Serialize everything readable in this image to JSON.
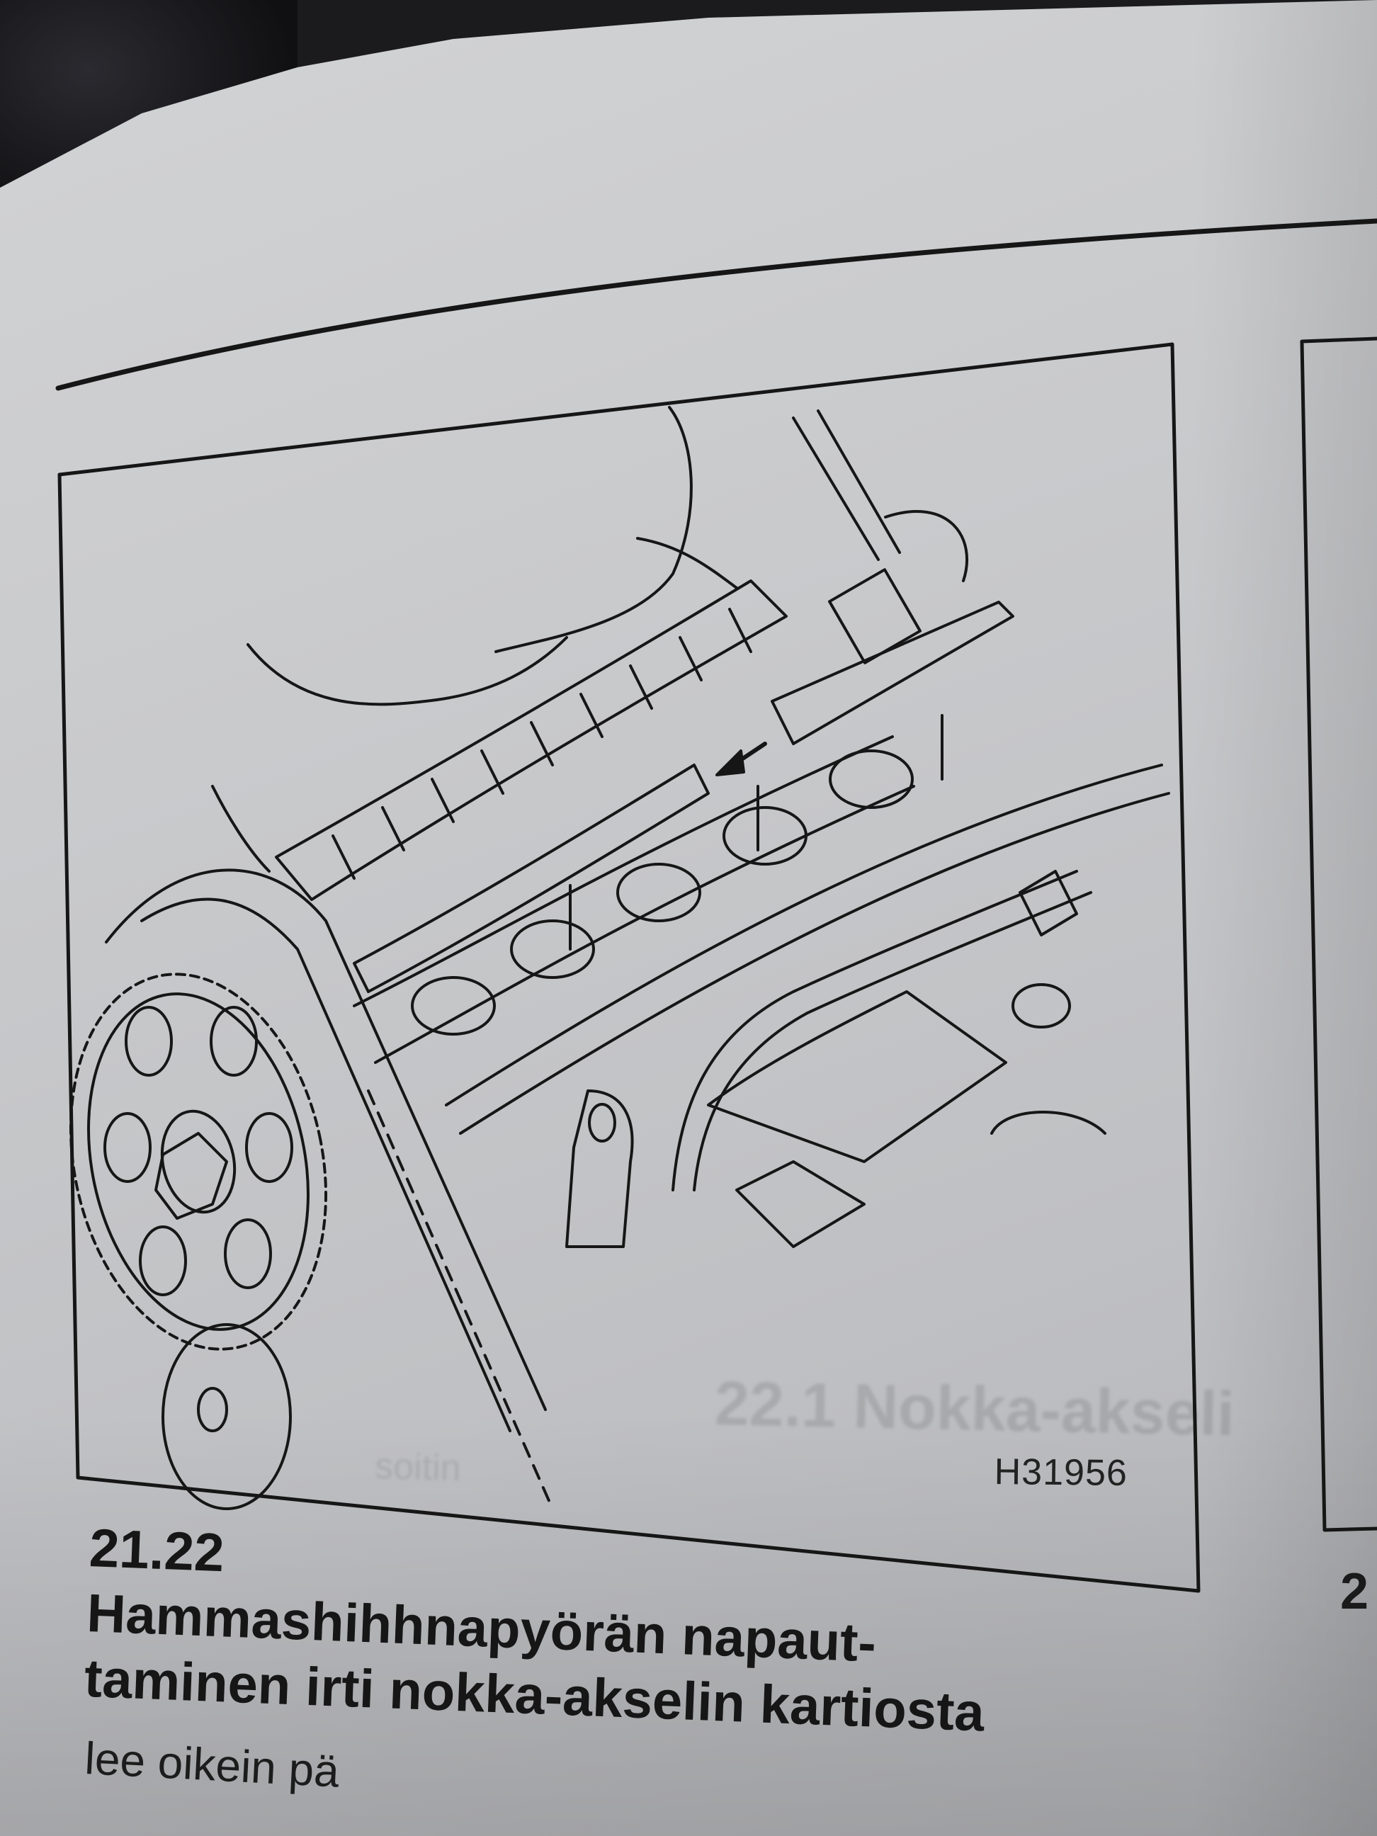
{
  "figure": {
    "id_label": "H31956",
    "icons": [
      "camshaft-assembly",
      "timing-belt-sprocket",
      "hammer",
      "drift-punch",
      "direction-arrow"
    ]
  },
  "caption": {
    "number": "21.22",
    "line1": "Hammashihhnapyörän napaut-",
    "line2": "taminen irti nokka-akselin kartiosta"
  },
  "body_text": {
    "line1": "lee oikein pä"
  },
  "next_caption_number": "2",
  "ghost_through_text": {
    "line1": "22.1 Nokka-akseli",
    "line2": "soitin"
  },
  "colors": {
    "ink": "#161616",
    "paper": "#cbcccf"
  }
}
